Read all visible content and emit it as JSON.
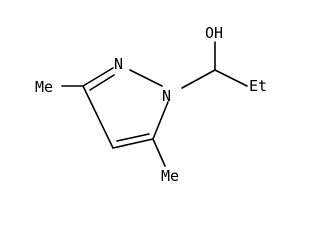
{
  "molecule": {
    "atoms": {
      "ring_nitrogen_2": "N",
      "ring_nitrogen_1": "N",
      "methyl_c3": "Me",
      "methyl_c5": "Me",
      "hydroxyl": "OH",
      "ethyl": "Et"
    }
  }
}
